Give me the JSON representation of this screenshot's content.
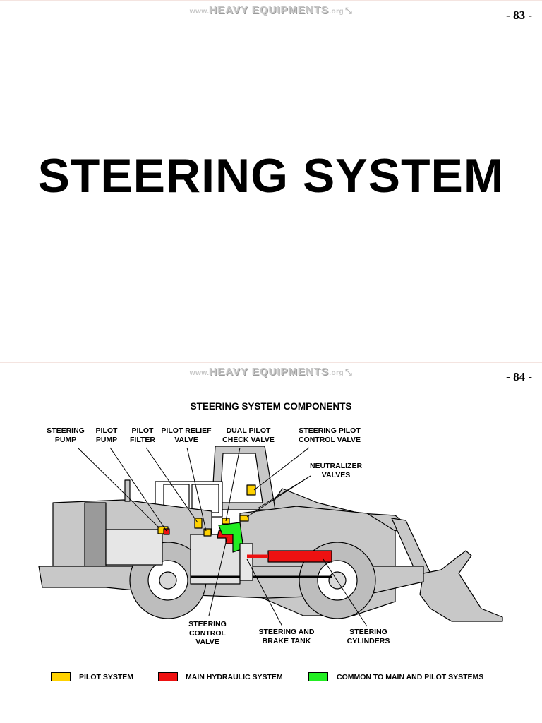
{
  "watermark": {
    "prefix": "www.",
    "name": "HEAVY EQUIPMENTS",
    "suffix": ".org"
  },
  "pages": [
    {
      "number": "- 83 -",
      "title": "STEERING SYSTEM"
    },
    {
      "number": "- 84 -",
      "diagram_title": "STEERING SYSTEM COMPONENTS",
      "labels": {
        "steering_pump": "STEERING\nPUMP",
        "pilot_pump": "PILOT\nPUMP",
        "pilot_filter": "PILOT\nFILTER",
        "pilot_relief_valve": "PILOT RELIEF\nVALVE",
        "dual_pilot_check_valve": "DUAL PILOT\nCHECK VALVE",
        "steering_pilot_control_valve": "STEERING PILOT\nCONTROL VALVE",
        "neutralizer_valves": "NEUTRALIZER\nVALVES",
        "steering_control_valve": "STEERING\nCONTROL\nVALVE",
        "steering_and_brake_tank": "STEERING AND\nBRAKE TANK",
        "steering_cylinders": "STEERING\nCYLINDERS"
      },
      "legend": [
        {
          "label": "PILOT SYSTEM",
          "color": "#ffd200"
        },
        {
          "label": "MAIN HYDRAULIC SYSTEM",
          "color": "#ee1111"
        },
        {
          "label": "COMMON TO MAIN AND PILOT SYSTEMS",
          "color": "#22ee22"
        }
      ]
    }
  ],
  "colors": {
    "body_gray": "#c8c8c8",
    "outline": "#000000",
    "pilot": "#ffd200",
    "main": "#ee1111",
    "common": "#22ee22"
  }
}
